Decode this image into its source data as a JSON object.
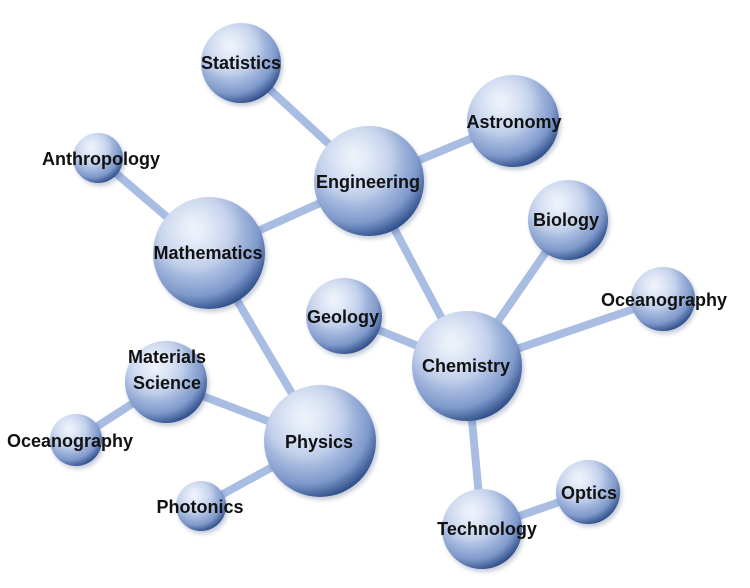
{
  "nodes": [
    {
      "id": "statistics",
      "label": [
        "Statistics"
      ]
    },
    {
      "id": "astronomy",
      "label": [
        "Astronomy"
      ]
    },
    {
      "id": "anthropology",
      "label": [
        "Anthropology"
      ]
    },
    {
      "id": "engineering",
      "label": [
        "Engineering"
      ]
    },
    {
      "id": "biology",
      "label": [
        "Biology"
      ]
    },
    {
      "id": "mathematics",
      "label": [
        "Mathematics"
      ]
    },
    {
      "id": "oceanography-right",
      "label": [
        "Oceanography"
      ]
    },
    {
      "id": "geology",
      "label": [
        "Geology"
      ]
    },
    {
      "id": "chemistry",
      "label": [
        "Chemistry"
      ]
    },
    {
      "id": "materials-science",
      "label": [
        "Materials",
        "Science"
      ]
    },
    {
      "id": "physics",
      "label": [
        "Physics"
      ]
    },
    {
      "id": "oceanography-left",
      "label": [
        "Oceanography"
      ]
    },
    {
      "id": "photonics",
      "label": [
        "Photonics"
      ]
    },
    {
      "id": "optics",
      "label": [
        "Optics"
      ]
    },
    {
      "id": "technology",
      "label": [
        "Technology"
      ]
    }
  ],
  "edges": [
    [
      "statistics",
      "engineering"
    ],
    [
      "astronomy",
      "engineering"
    ],
    [
      "anthropology",
      "mathematics"
    ],
    [
      "mathematics",
      "engineering"
    ],
    [
      "mathematics",
      "physics"
    ],
    [
      "engineering",
      "chemistry"
    ],
    [
      "biology",
      "chemistry"
    ],
    [
      "oceanography-right",
      "chemistry"
    ],
    [
      "geology",
      "chemistry"
    ],
    [
      "chemistry",
      "technology"
    ],
    [
      "technology",
      "optics"
    ],
    [
      "materials-science",
      "physics"
    ],
    [
      "materials-science",
      "oceanography-left"
    ],
    [
      "physics",
      "photonics"
    ]
  ],
  "colors": {
    "sphere_light": "#dfe8f8",
    "sphere_mid": "#8aa3cf",
    "sphere_dark": "#2a4a86",
    "edge": "#a9bde3",
    "label": "#111111"
  }
}
